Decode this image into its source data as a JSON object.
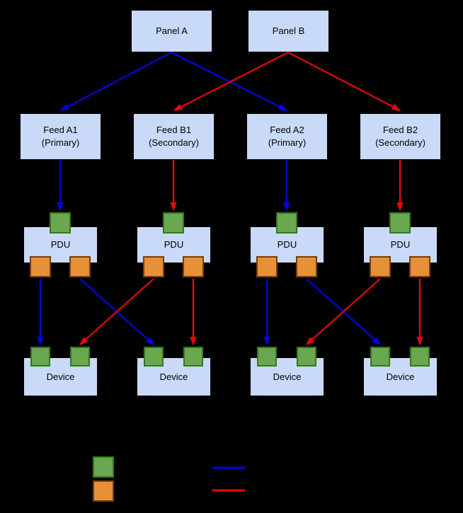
{
  "colors": {
    "background": "#000000",
    "box_fill": "#c9daf8",
    "box_border": "#000000",
    "text": "#000000",
    "green": "#6aa84f",
    "green_border": "#38761d",
    "orange": "#e69138",
    "orange_border": "#783f04",
    "blue": "#0000ff",
    "red": "#ff0000"
  },
  "diagram": {
    "panels": [
      {
        "label": "Panel A"
      },
      {
        "label": "Panel B"
      }
    ],
    "feeds": [
      {
        "label": "Feed A1\n(Primary)"
      },
      {
        "label": "Feed B1\n(Secondary)"
      },
      {
        "label": "Feed A2\n(Primary)"
      },
      {
        "label": "Feed B2\n(Secondary)"
      }
    ],
    "pdus": [
      {
        "label": "PDU"
      },
      {
        "label": "PDU"
      },
      {
        "label": "PDU"
      },
      {
        "label": "PDU"
      }
    ],
    "devices": [
      {
        "label": "Device"
      },
      {
        "label": "Device"
      },
      {
        "label": "Device"
      },
      {
        "label": "Device"
      }
    ]
  },
  "legend": {
    "swatches": [
      {
        "name": "green-square"
      },
      {
        "name": "orange-square"
      },
      {
        "name": "blue-line"
      },
      {
        "name": "red-line"
      }
    ]
  }
}
